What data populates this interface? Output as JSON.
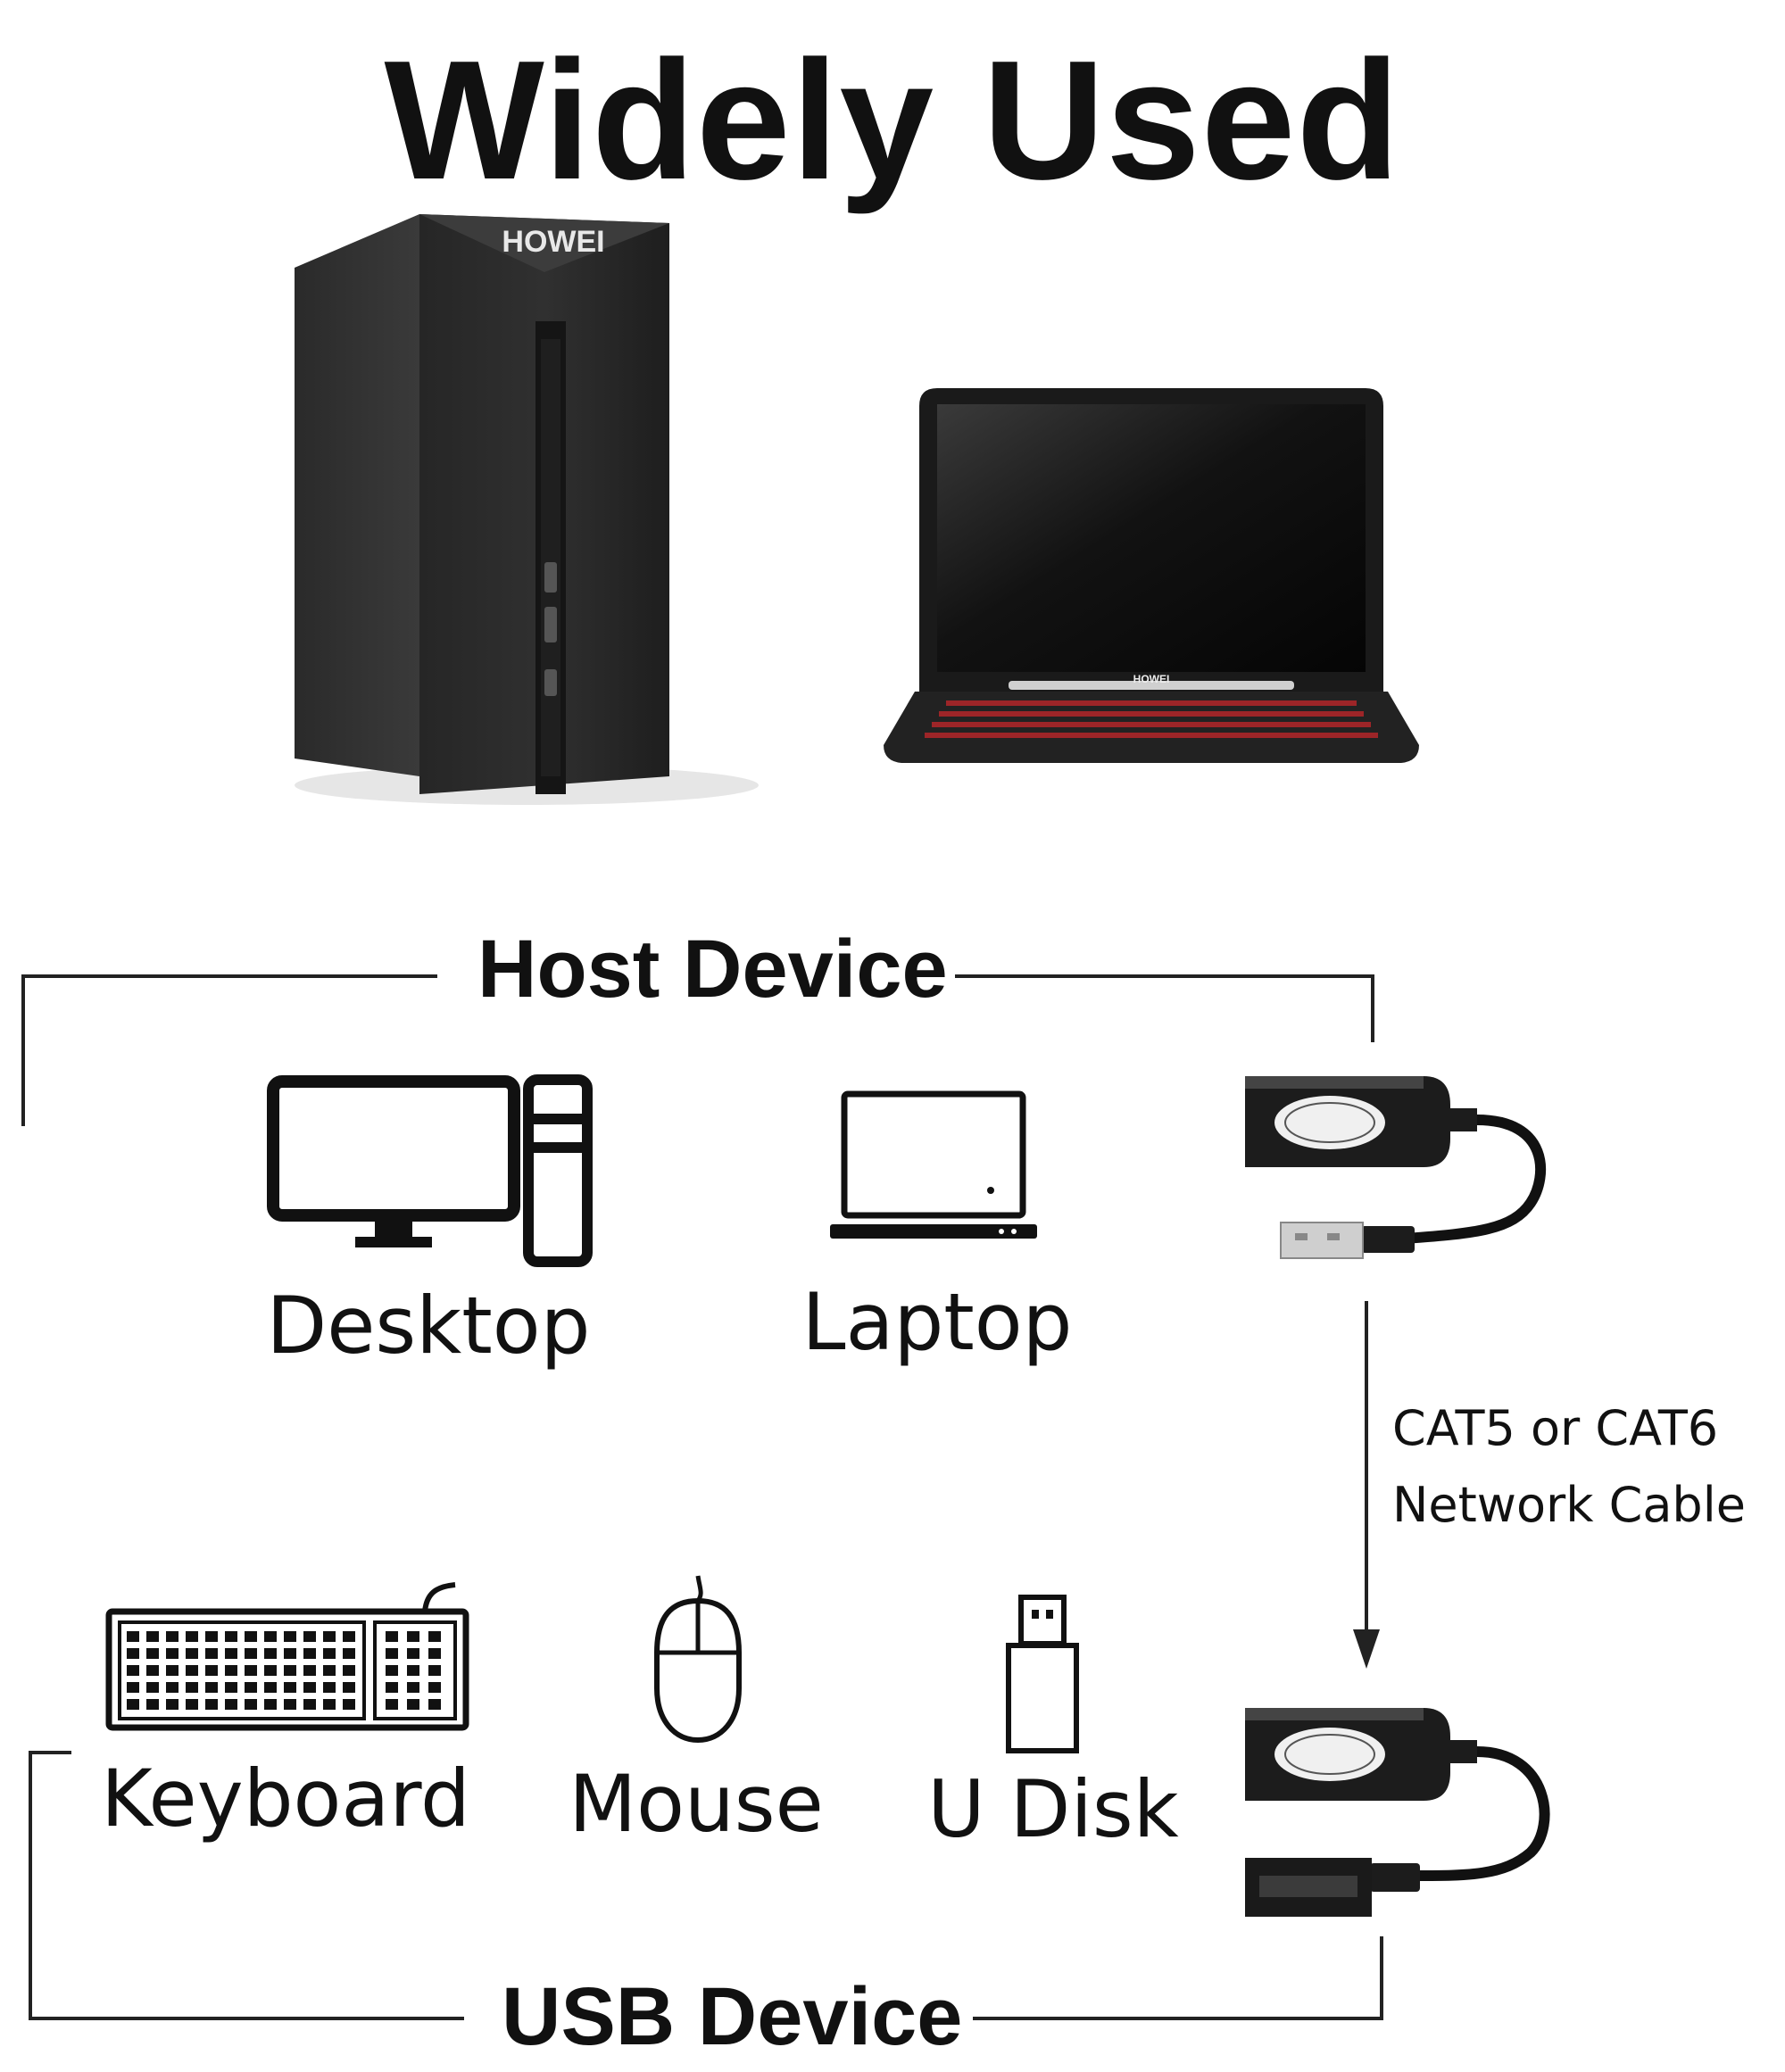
{
  "title": "Widely Used",
  "product_images": {
    "tower_brand": "HOWEI",
    "laptop_brand": "HOWEI"
  },
  "host_section": {
    "label": "Host Device",
    "devices": [
      {
        "label": "Desktop",
        "icon": "desktop-computer-icon"
      },
      {
        "label": "Laptop",
        "icon": "laptop-icon"
      }
    ],
    "adapter_icon": "usb-extender-transmitter-icon"
  },
  "cable": {
    "line1": "CAT5 or CAT6",
    "line2": "Network Cable"
  },
  "usb_section": {
    "label": "USB Device",
    "devices": [
      {
        "label": "Keyboard",
        "icon": "keyboard-icon"
      },
      {
        "label": "Mouse",
        "icon": "mouse-icon"
      },
      {
        "label": "U Disk",
        "icon": "usb-flash-drive-icon"
      }
    ],
    "adapter_icon": "usb-extender-receiver-icon"
  },
  "colors": {
    "background": "#ffffff",
    "ink": "#111111",
    "keyboard_backlight": "#b3262a"
  }
}
